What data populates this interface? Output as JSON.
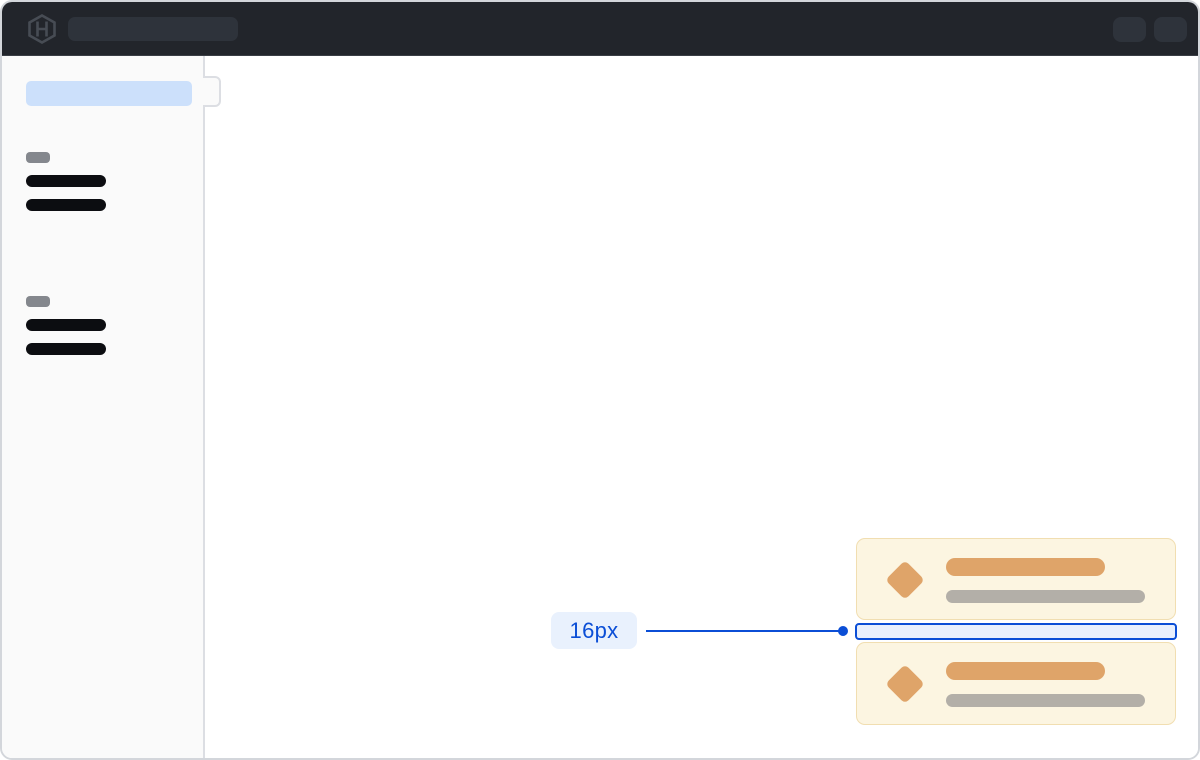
{
  "annotation": {
    "label": "16px"
  },
  "topbar": {
    "logo_icon": "hashicorp-logo-icon",
    "skeleton": {
      "search_pill": true,
      "action_pills": 2
    }
  },
  "sidebar": {
    "skeleton": {
      "active_item": true,
      "collapse_notch": true,
      "groups": [
        {
          "label_pill": true,
          "rows": 2
        },
        {
          "label_pill": true,
          "rows": 2
        }
      ]
    }
  },
  "cards": [
    {
      "icon": "diamond-icon",
      "title_bar": true,
      "subtitle_bar": true
    },
    {
      "icon": "diamond-icon",
      "title_bar": true,
      "subtitle_bar": true
    }
  ],
  "colors": {
    "accent_blue": "#0b4ed6",
    "annotation_pill_bg": "#e9f1fd",
    "gap_fill": "#e9f0fd",
    "card_bg": "#fcf5e1",
    "card_border": "#f1deb1",
    "card_accent": "#dfa469",
    "card_muted": "#b3afa8",
    "topbar_bg": "#22252b",
    "topbar_pill": "#2e333b",
    "sidebar_bg": "#fafafa",
    "sidebar_active": "#cce0fb",
    "sidebar_label": "#84878d",
    "sidebar_text_bar": "#0c0d11",
    "frame_border": "#d3d6db"
  }
}
